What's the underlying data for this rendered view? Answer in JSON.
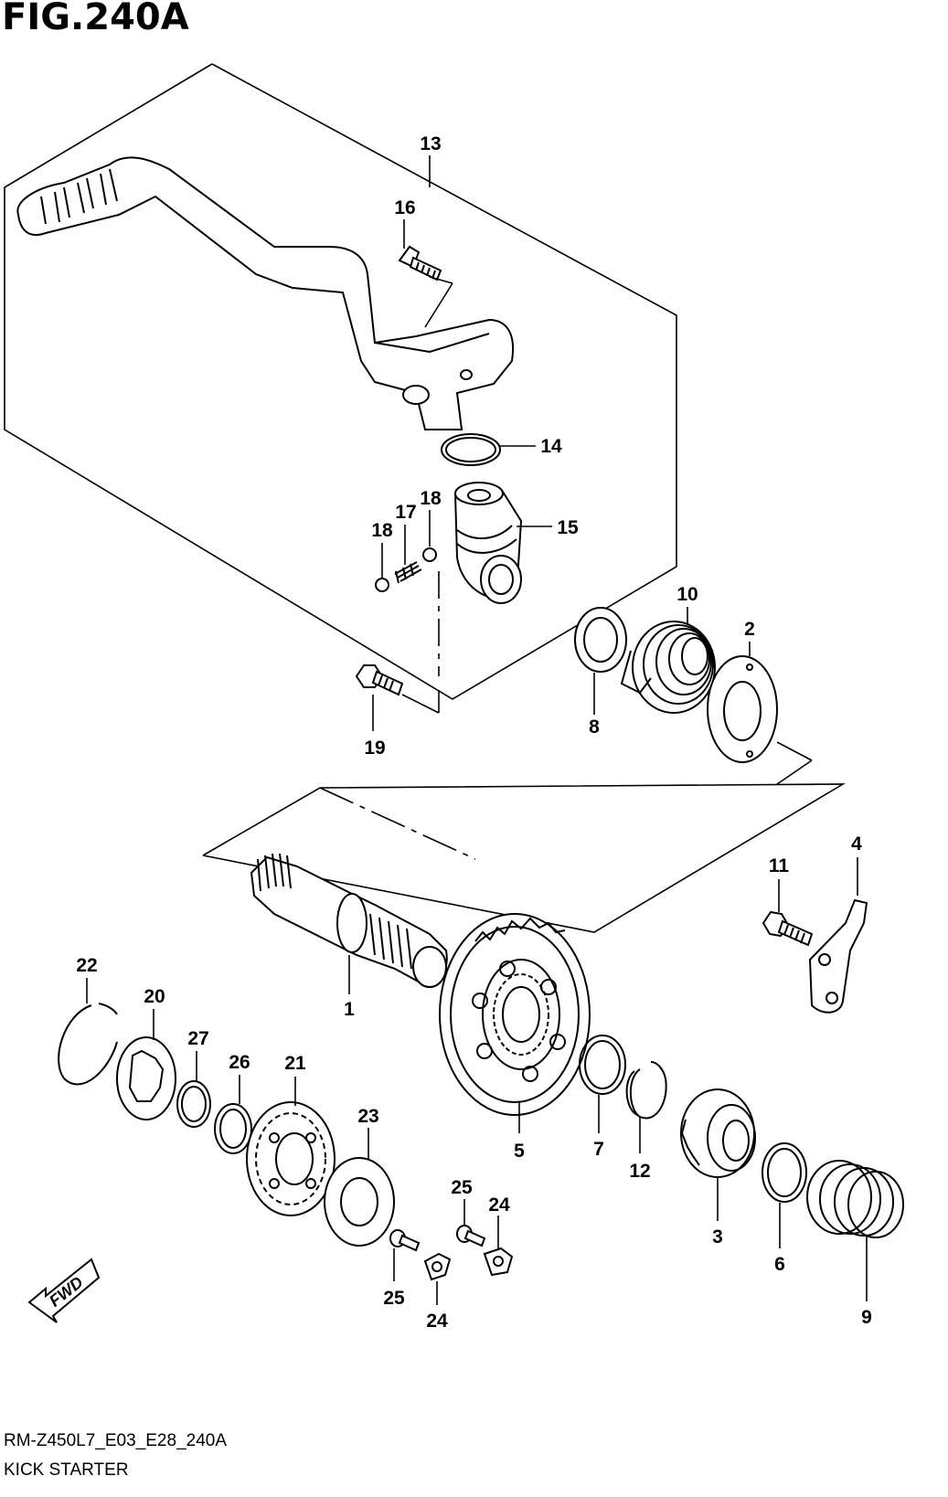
{
  "figure": {
    "title": "FIG.240A",
    "model_code": "RM-Z450L7_E03_E28_240A",
    "section_name": "KICK STARTER"
  },
  "fwd_label": "FWD",
  "callouts": {
    "c1": "1",
    "c2": "2",
    "c3": "3",
    "c4": "4",
    "c5": "5",
    "c6": "6",
    "c7": "7",
    "c8": "8",
    "c9": "9",
    "c10": "10",
    "c11": "11",
    "c12": "12",
    "c13": "13",
    "c14": "14",
    "c15": "15",
    "c16": "16",
    "c17": "17",
    "c18a": "18",
    "c18b": "18",
    "c19": "19",
    "c20": "20",
    "c21": "21",
    "c22": "22",
    "c23": "23",
    "c24a": "24",
    "c24b": "24",
    "c25a": "25",
    "c25b": "25",
    "c26": "26",
    "c27": "27"
  }
}
